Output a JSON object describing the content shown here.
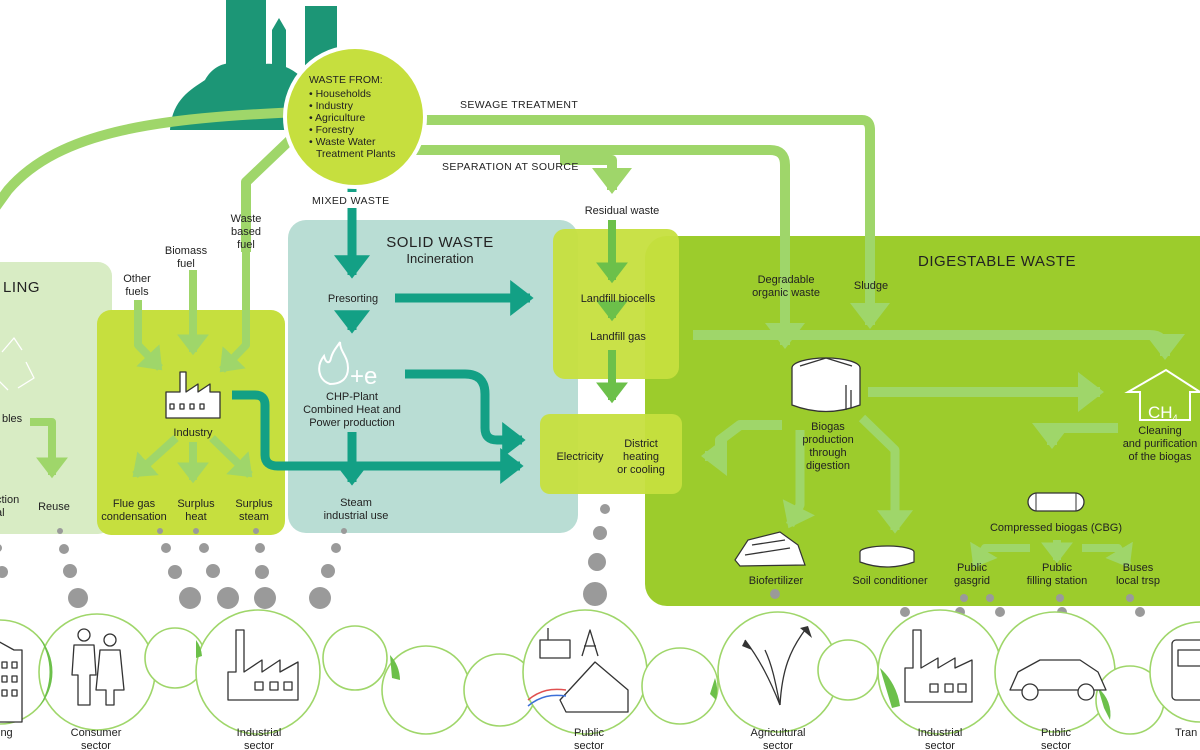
{
  "source": {
    "title": "WASTE FROM:",
    "items": [
      "• Households",
      "• Industry",
      "• Agriculture",
      "• Forestry",
      "• Waste Water",
      "Treatment Plants"
    ]
  },
  "flows": {
    "sewage": "SEWAGE TREATMENT",
    "separation": "SEPARATION AT SOURCE",
    "mixed": "MIXED WASTE"
  },
  "recycling": {
    "title": "LING",
    "item_cut": "bles",
    "reuse": "Reuse",
    "bottom_line1": "ction",
    "bottom_line2": "al"
  },
  "industry": {
    "input_other": [
      "Other",
      "fuels"
    ],
    "input_biomass": [
      "Biomass",
      "fuel"
    ],
    "input_waste": [
      "Waste",
      "based",
      "fuel"
    ],
    "center": "Industry",
    "out_flue": [
      "Flue gas",
      "condensation"
    ],
    "out_heat": [
      "Surplus",
      "heat"
    ],
    "out_steam": [
      "Surplus",
      "steam"
    ]
  },
  "solid": {
    "title": "SOLID WASTE",
    "subtitle": "Incineration",
    "presorting": "Presorting",
    "chp_symbol": "+e",
    "chp": [
      "CHP-Plant",
      "Combined Heat and",
      "Power production"
    ],
    "steam": [
      "Steam",
      "industrial use"
    ]
  },
  "landfill": {
    "residual": "Residual waste",
    "biocells": "Landfill biocells",
    "gas": "Landfill gas",
    "electricity": "Electricity",
    "district": [
      "District",
      "heating",
      "or cooling"
    ]
  },
  "digestable": {
    "title": "DIGESTABLE WASTE",
    "degradable": [
      "Degradable",
      "organic waste"
    ],
    "sludge": "Sludge",
    "biogas": [
      "Biogas",
      "production",
      "through",
      "digestion"
    ],
    "ch4": "CH",
    "ch4_sub": "4",
    "cleaning": [
      "Cleaning",
      "and purification",
      "of the biogas"
    ],
    "cbg": "Compressed biogas (CBG)",
    "gasgrid": [
      "Public",
      "gasgrid"
    ],
    "filling": [
      "Public",
      "filling station"
    ],
    "buses": [
      "Buses",
      "local trsp"
    ],
    "biofertilizer": "Biofertilizer",
    "soil": "Soil conditioner"
  },
  "sectors": [
    [
      "ing"
    ],
    [
      "Consumer",
      "sector"
    ],
    [
      "Industrial",
      "sector"
    ],
    [
      "Public",
      "sector"
    ],
    [
      "Agricultural",
      "sector"
    ],
    [
      "Industrial",
      "sector"
    ],
    [
      "Public",
      "sector"
    ],
    [
      "Tran"
    ]
  ],
  "colors": {
    "teal": "#13a085",
    "light_green": "#9fd66a",
    "mid_green": "#6cc04a",
    "lime_box": "#c6df3e",
    "digest_box": "#9ccc2c",
    "solid_box": "#b9ddd4",
    "recycle_box": "#d8ecc4",
    "dots": "#9a9a9a"
  }
}
